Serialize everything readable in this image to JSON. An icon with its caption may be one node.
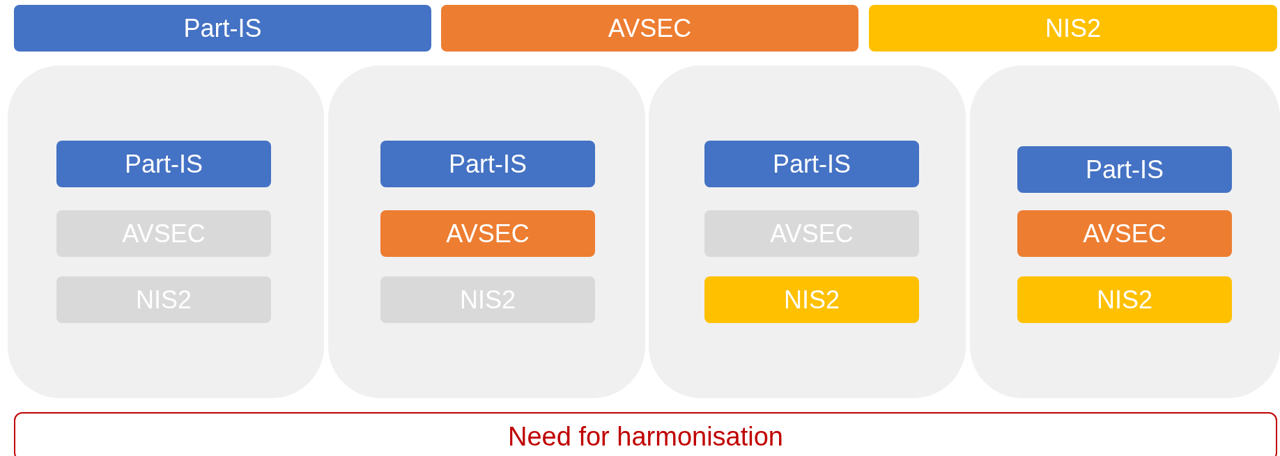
{
  "diagram": {
    "nodes": [
      {
        "text": [
          "Part-IS"
        ]
      },
      {
        "text": [
          "AVSEC"
        ]
      },
      {
        "text": [
          "NIS2"
        ]
      },
      {
        "text": [],
        "shape": "box"
      },
      {
        "text": [
          "Part-IS"
        ],
        "in": 3
      },
      {
        "text": [
          "AVSEC"
        ],
        "in": 3
      },
      {
        "text": [
          "NIS2"
        ],
        "in": 3
      },
      {
        "text": [],
        "shape": "box"
      },
      {
        "text": [
          "Part-IS"
        ],
        "in": 7
      },
      {
        "text": [
          "AVSEC"
        ],
        "in": 7
      },
      {
        "text": [
          "NIS2"
        ],
        "in": 7
      },
      {
        "text": [],
        "shape": "box"
      },
      {
        "text": [
          "Part-IS"
        ],
        "in": 11
      },
      {
        "text": [
          "AVSEC"
        ],
        "in": 11
      },
      {
        "text": [
          "NIS2"
        ],
        "in": 11
      },
      {
        "text": [],
        "shape": "box"
      },
      {
        "text": [
          "Part-IS"
        ],
        "in": 15
      },
      {
        "text": [
          "AVSEC"
        ],
        "in": 15
      },
      {
        "text": [
          "NIS2"
        ],
        "in": 15
      },
      {
        "text": [
          "Need for harmonisation"
        ]
      }
    ],
    "edges": []
  }
}
